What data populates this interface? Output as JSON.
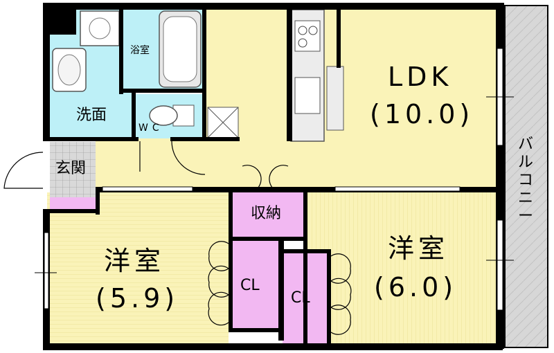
{
  "rooms": {
    "ldk": {
      "name": "LDK",
      "size": "(10.0)"
    },
    "western_left": {
      "name": "洋室",
      "size": "(5.9)"
    },
    "western_right": {
      "name": "洋室",
      "size": "(6.0)"
    },
    "bath": {
      "name": "浴室"
    },
    "washroom": {
      "name": "洗面"
    },
    "wc": {
      "name": "WC"
    },
    "entrance": {
      "name": "玄関"
    },
    "storage": {
      "name": "収納"
    },
    "closet_left": {
      "name": "CL"
    },
    "closet_right": {
      "name": "CL"
    },
    "balcony": {
      "name": "バルコニー"
    }
  },
  "colors": {
    "wall": "#000000",
    "living_floor": "#faf3b8",
    "wet_area": "#bdf0f7",
    "closet": "#f2b8f2",
    "entrance_tile": "#d9d9d9",
    "balcony": "#d7d7d7"
  }
}
